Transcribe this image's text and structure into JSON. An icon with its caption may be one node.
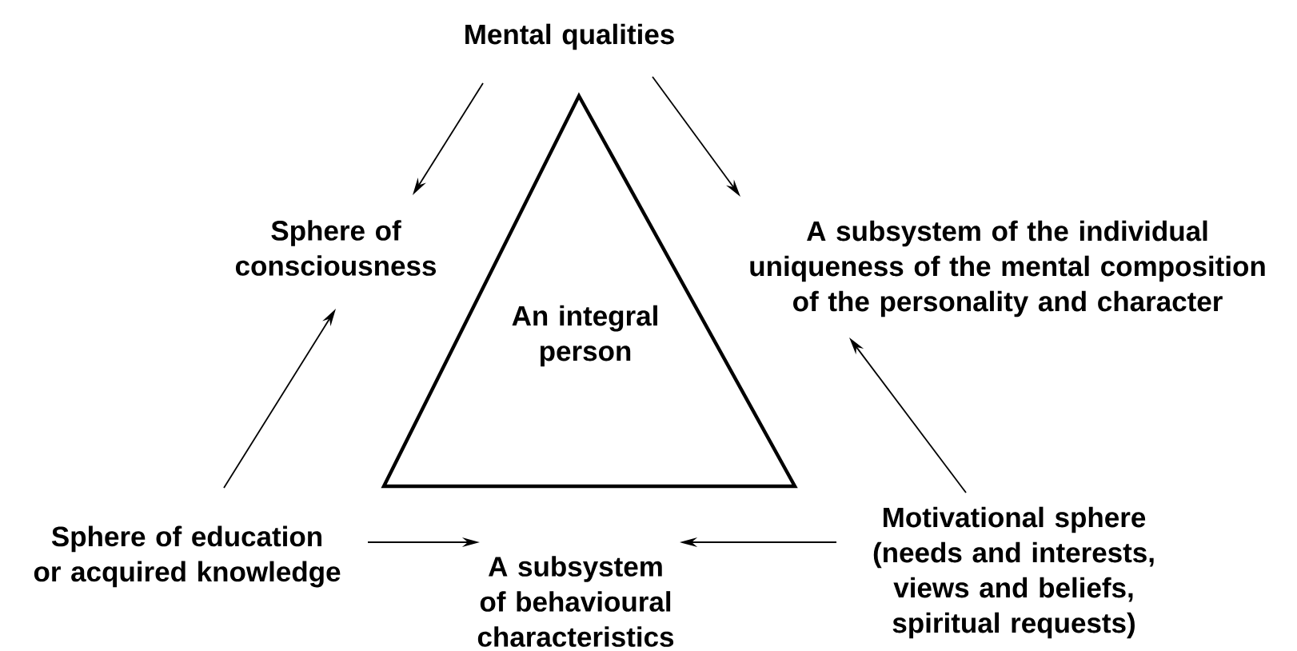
{
  "diagram": {
    "nodes": [
      {
        "text": [
          "Mental qualities"
        ]
      },
      {
        "text": [
          "Sphere of consciousness"
        ]
      },
      {
        "text": [
          "A subsystem of the individual uniqueness of the mental composition of the personality and character"
        ]
      },
      {
        "text": [
          "An integral person"
        ]
      },
      {
        "text": [
          "Sphere of education or acquired knowledge"
        ]
      },
      {
        "text": [
          "Motivational sphere (needs and interests, views and beliefs, spiritual requests)"
        ]
      },
      {
        "text": [
          "A subsystem of behavioural characteristics"
        ]
      }
    ],
    "edges": [
      {
        "from": 0,
        "to": 1,
        "arrow": "to"
      },
      {
        "from": 0,
        "to": 2,
        "arrow": "to"
      },
      {
        "from": 4,
        "to": 1,
        "arrow": "to"
      },
      {
        "from": 5,
        "to": 2,
        "arrow": "to"
      },
      {
        "from": 4,
        "to": 6,
        "arrow": "to"
      },
      {
        "from": 5,
        "to": 6,
        "arrow": "to"
      }
    ]
  }
}
